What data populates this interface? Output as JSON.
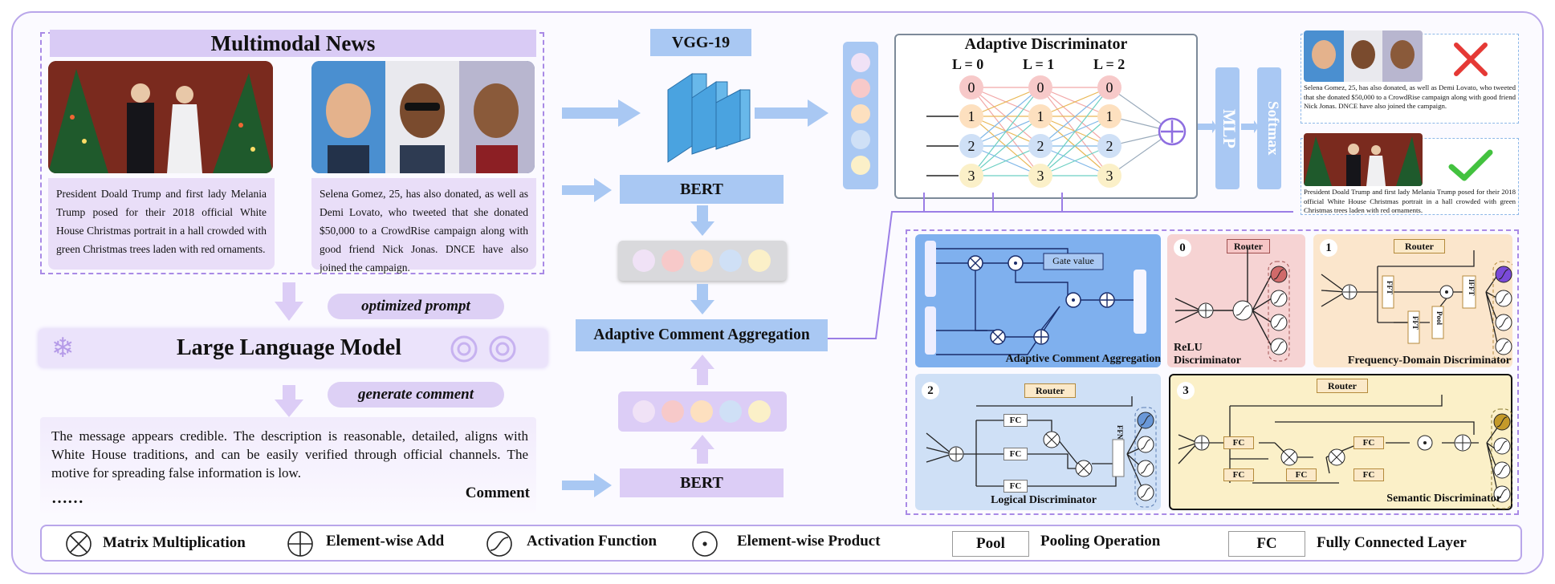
{
  "multimodal_news": {
    "title": "Multimodal News",
    "news_1_text": "President Doald Trump and first lady Melania Trump posed for their 2018 official White House Christmas portrait in a hall crowded with green Christmas trees laden with red ornaments.",
    "news_2_text": "Selena Gomez, 25, has also donated, as well as Demi Lovato, who tweeted that she donated $50,000 to a CrowdRise campaign along with good friend Nick Jonas. DNCE have also joined the campaign."
  },
  "llm": {
    "optimized_prompt": "optimized prompt",
    "title": "Large Language Model",
    "generate_comment": "generate comment"
  },
  "comment": {
    "text": "The message appears credible. The description is reasonable, detailed, aligns with White House traditions, and can be easily verified through official channels. The motive for spreading false information is low.",
    "ellipsis": "……",
    "label": "Comment"
  },
  "encoders": {
    "vgg": "VGG-19",
    "bert_top": "BERT",
    "bert_bottom": "BERT",
    "aca": "Adaptive Comment Aggregation"
  },
  "adaptive_discriminator": {
    "title": "Adaptive Discriminator",
    "layers": [
      "L = 0",
      "L = 1",
      "L = 2"
    ],
    "node_labels": [
      "0",
      "1",
      "2",
      "3"
    ],
    "mlp": "MLP",
    "softmax": "Softmax"
  },
  "outputs": {
    "fake_text": "Selena Gomez, 25, has also donated, as well as Demi Lovato, who tweeted that she donated $50,000 to a CrowdRise campaign along with good friend Nick Jonas. DNCE have also joined the campaign.",
    "real_text": "President Doald Trump and first lady Melania Trump posed for their 2018 official White House Christmas portrait in a hall crowded with green Christmas trees laden with red ornaments."
  },
  "detail_panels": {
    "aca_label": "Adaptive Comment Aggregation",
    "gate_value": "Gate value",
    "relu": {
      "num": "0",
      "label": "ReLU Discriminator",
      "router": "Router"
    },
    "freq": {
      "num": "1",
      "label": "Frequency-Domain Discriminator",
      "router": "Router",
      "fft1": "FFT",
      "fft2": "FFT",
      "ifft": "IFFT",
      "pool": "Pool"
    },
    "logical": {
      "num": "2",
      "label": "Logical Discriminator",
      "router": "Router",
      "fc": "FC",
      "ffn": "FFN"
    },
    "semantic": {
      "num": "3",
      "label": "Semantic Discriminator",
      "router": "Router",
      "fc": "FC"
    }
  },
  "legend": {
    "matmul": "Matrix Multiplication",
    "add": "Element-wise Add",
    "activation": "Activation Function",
    "product": "Element-wise Product",
    "pool_box": "Pool",
    "pool": "Pooling Operation",
    "fc_box": "FC",
    "fc": "Fully Connected Layer"
  },
  "colors": {
    "purple": "#d9cbf5",
    "blue": "#a9c8f3",
    "relu_bg": "#f6d3d3",
    "freq_bg": "#fbe6cc",
    "logical_bg": "#cfe0f6",
    "semantic_bg": "#fbf0c8",
    "fake_mark": "#e53935",
    "real_mark": "#43c23f"
  }
}
